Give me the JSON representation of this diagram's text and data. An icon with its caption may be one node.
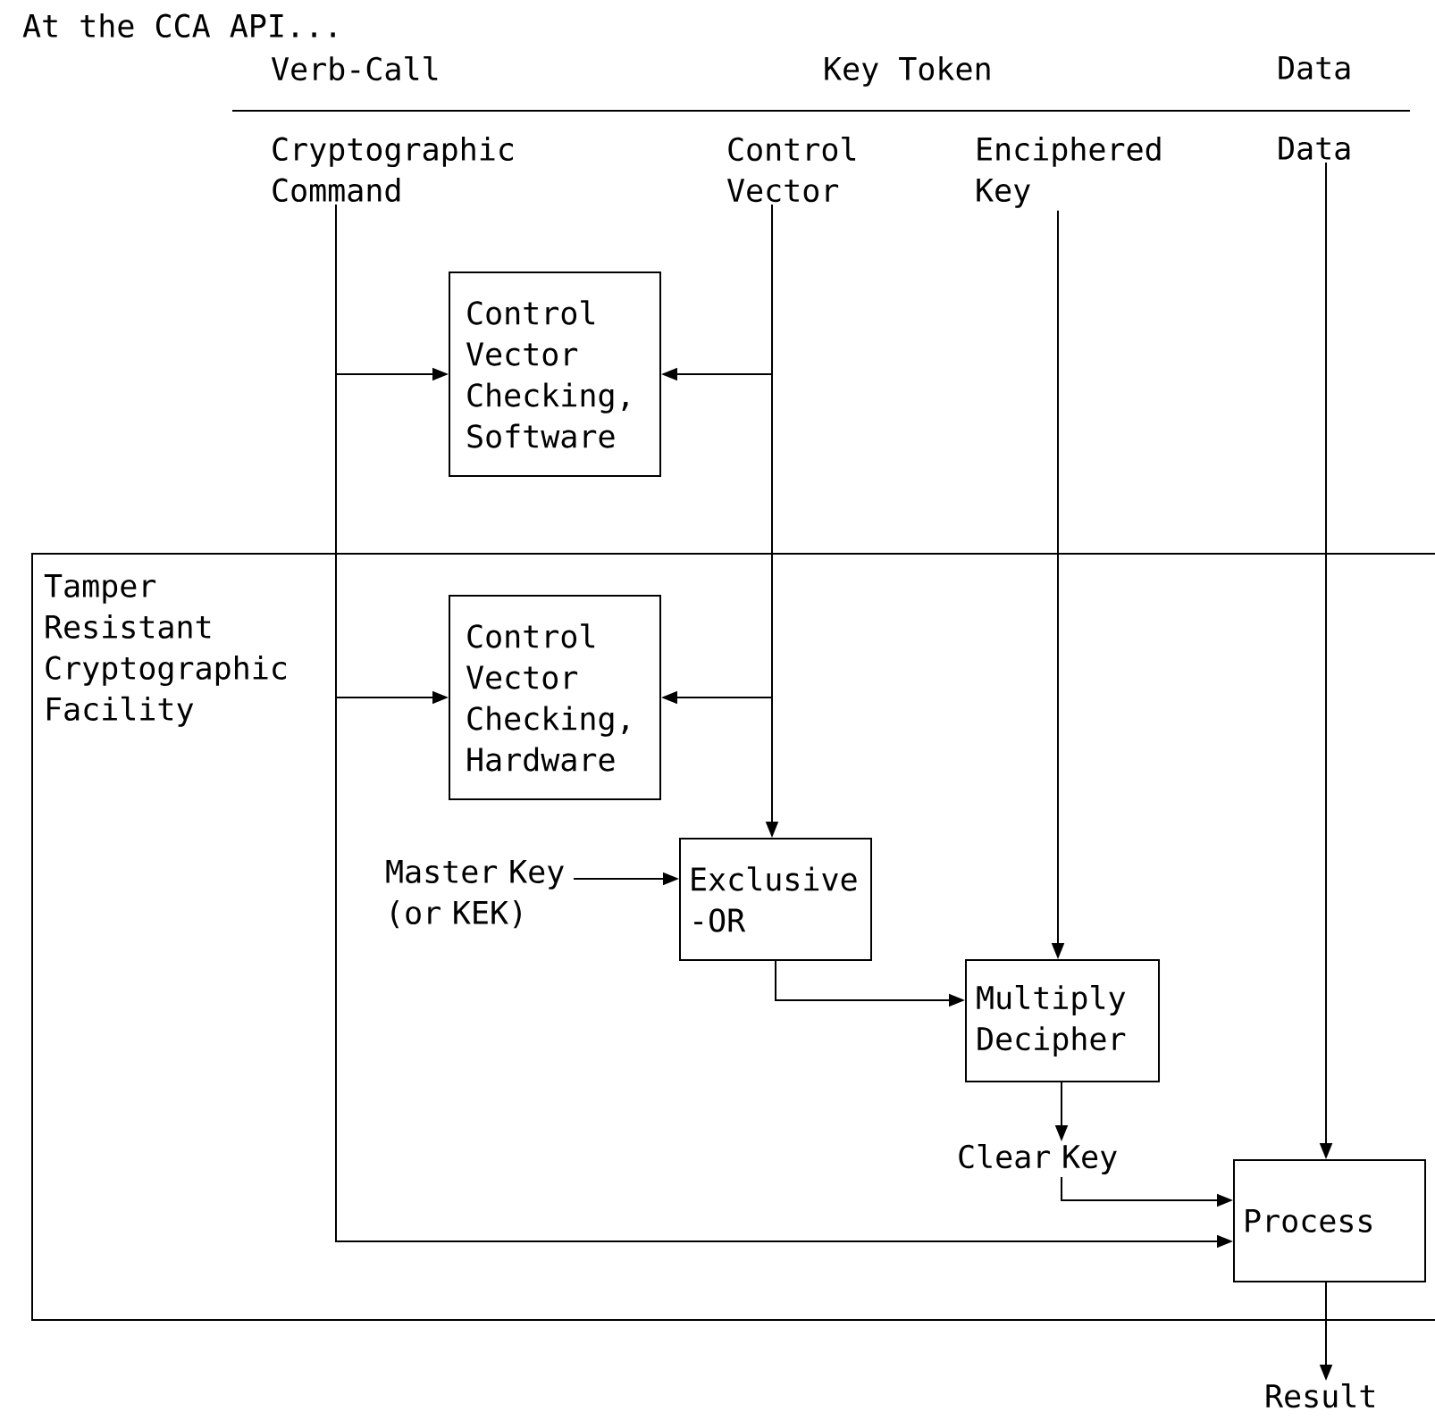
{
  "diagram": {
    "title": "At the CCA API...",
    "nodes": [
      {
        "text": [
          "Cryptographic Command"
        ]
      },
      {
        "text": [
          "Control Vector"
        ]
      },
      {
        "text": [
          "Enciphered Key"
        ]
      },
      {
        "text": [
          "Data"
        ]
      },
      {
        "text": [
          "Control Vector Checking, Software"
        ]
      },
      {
        "text": [
          "Tamper Resistant Cryptographic Facility"
        ]
      },
      {
        "text": [
          "Control Vector Checking, Hardware"
        ],
        "in": 5
      },
      {
        "text": [
          "Master Key (or KEK)"
        ],
        "in": 5
      },
      {
        "text": [
          "Exclusive -OR"
        ],
        "in": 5
      },
      {
        "text": [
          "Multiply Decipher"
        ],
        "in": 5
      },
      {
        "text": [
          "Clear Key"
        ],
        "in": 5
      },
      {
        "text": [
          "Process"
        ],
        "in": 5
      },
      {
        "text": [
          "Result"
        ]
      }
    ],
    "edges": [
      {
        "from": 0,
        "to": 4,
        "arrow": "to"
      },
      {
        "from": 0,
        "to": 6,
        "arrow": "to"
      },
      {
        "from": 0,
        "to": 11,
        "arrow": "to"
      },
      {
        "from": 1,
        "to": 4,
        "arrow": "to"
      },
      {
        "from": 1,
        "to": 6,
        "arrow": "to"
      },
      {
        "from": 1,
        "to": 8,
        "arrow": "to"
      },
      {
        "from": 2,
        "to": 9,
        "arrow": "to"
      },
      {
        "from": 3,
        "to": 11,
        "arrow": "to"
      },
      {
        "from": 7,
        "to": 8,
        "arrow": "to"
      },
      {
        "from": 8,
        "to": 9,
        "arrow": "to"
      },
      {
        "from": 9,
        "to": 10,
        "arrow": "to"
      },
      {
        "from": 10,
        "to": 11,
        "arrow": "to"
      },
      {
        "from": 11,
        "to": 12,
        "arrow": "to"
      }
    ],
    "labels": [
      "Verb-Call",
      "Key Token",
      "Data"
    ]
  }
}
